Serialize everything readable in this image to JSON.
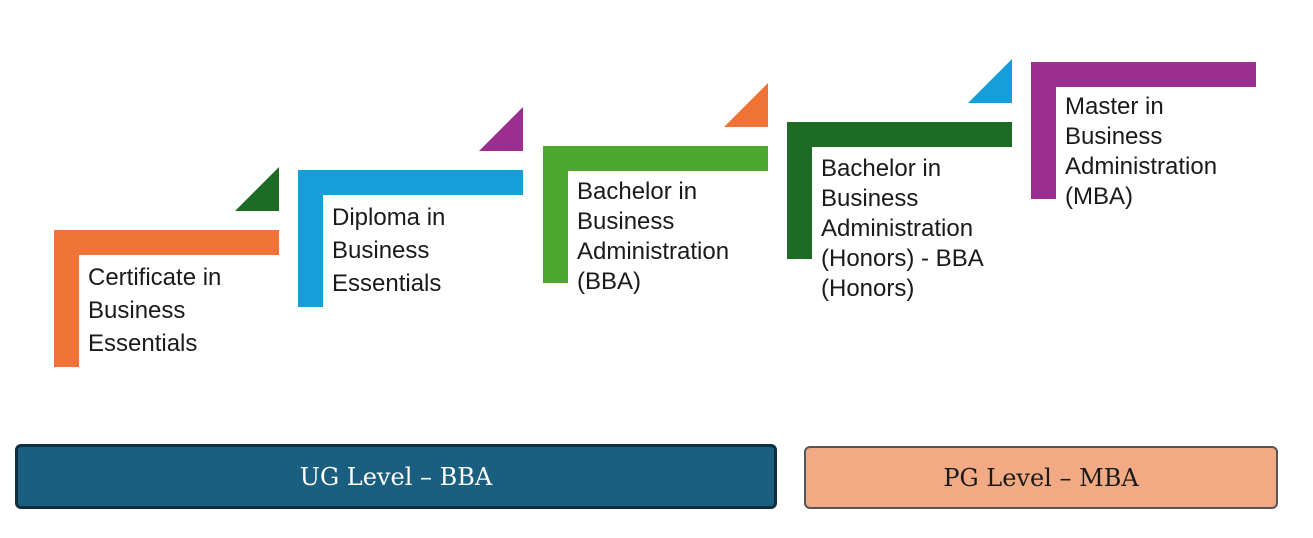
{
  "steps": [
    {
      "label": "Certificate in\nBusiness\nEssentials",
      "color": "#ED7435",
      "triangle_color": "#1E6B26"
    },
    {
      "label": "Diploma in\nBusiness\nEssentials",
      "color": "#149FDA",
      "triangle_color": "#9B2E8E"
    },
    {
      "label": "Bachelor in\nBusiness\nAdministration\n(BBA)",
      "color": "#4EA72E",
      "triangle_color": "#ED7435"
    },
    {
      "label": "Bachelor in\nBusiness\nAdministration\n(Honors) - BBA\n(Honors)",
      "color": "#1E6B26",
      "triangle_color": "#149FDA"
    },
    {
      "label": "Master in\nBusiness\nAdministration\n(MBA)",
      "color": "#9B2E8E",
      "triangle_color": null
    }
  ],
  "levels": {
    "ug": {
      "label": "UG Level – BBA",
      "color": "#1A5E80"
    },
    "pg": {
      "label": "PG Level – MBA",
      "color": "#F2AA84"
    }
  }
}
